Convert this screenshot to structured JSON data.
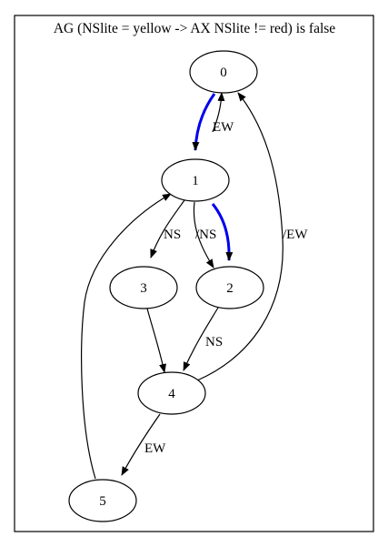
{
  "title": "AG (NSlite = yellow -> AX NSlite != red)  is false",
  "colors": {
    "highlight": "#0000ee",
    "stroke": "#000000"
  },
  "nodes": [
    {
      "id": "0",
      "label": "0"
    },
    {
      "id": "1",
      "label": "1"
    },
    {
      "id": "2",
      "label": "2"
    },
    {
      "id": "3",
      "label": "3"
    },
    {
      "id": "4",
      "label": "4"
    },
    {
      "id": "5",
      "label": "5"
    }
  ],
  "edges": [
    {
      "from": "0",
      "to": "1",
      "label": "",
      "highlighted": true
    },
    {
      "from": "1",
      "to": "0",
      "label": "EW",
      "highlighted": false
    },
    {
      "from": "1",
      "to": "3",
      "label": "NS",
      "highlighted": false
    },
    {
      "from": "1",
      "to": "2",
      "label": "/NS",
      "highlighted": false
    },
    {
      "from": "1",
      "to": "2",
      "label": "",
      "highlighted": true
    },
    {
      "from": "3",
      "to": "4",
      "label": "",
      "highlighted": false
    },
    {
      "from": "2",
      "to": "4",
      "label": "NS",
      "highlighted": false
    },
    {
      "from": "4",
      "to": "0",
      "label": "/EW",
      "highlighted": false
    },
    {
      "from": "4",
      "to": "5",
      "label": "EW",
      "highlighted": false
    },
    {
      "from": "5",
      "to": "1",
      "label": "",
      "highlighted": false
    }
  ]
}
